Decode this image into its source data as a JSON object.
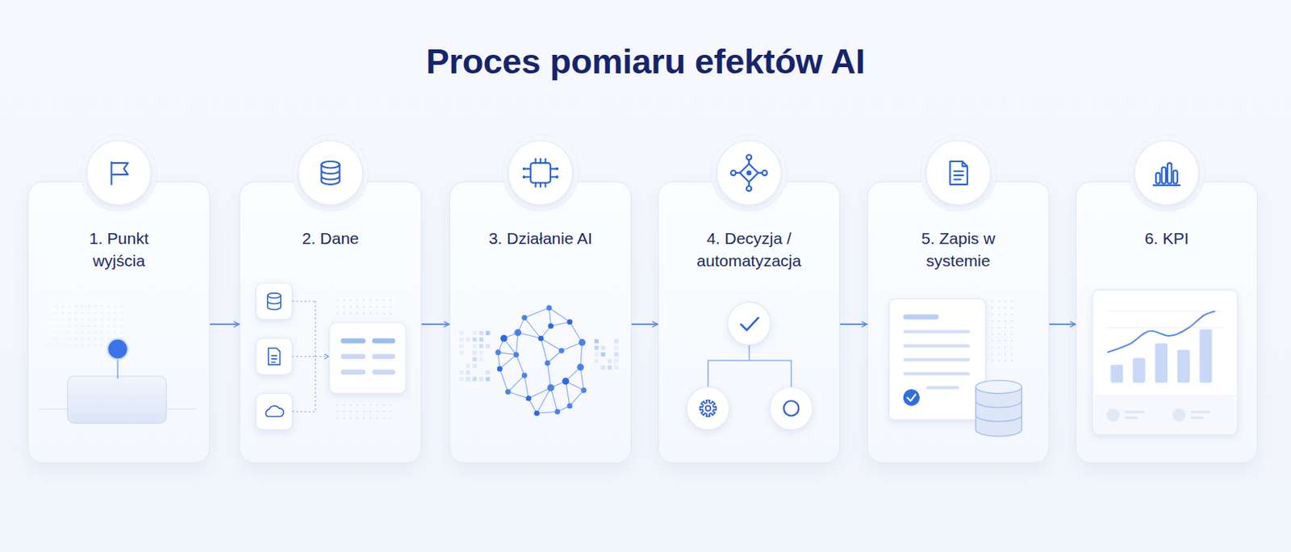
{
  "diagram": {
    "title": "Proces pomiaru efektów AI",
    "nodes": [
      {
        "text": [
          "1. Punkt wyjścia"
        ]
      },
      {
        "text": [
          "2. Dane"
        ]
      },
      {
        "text": [
          "3. Działanie AI"
        ]
      },
      {
        "text": [
          "4. Decyzja / automatyzacja"
        ]
      },
      {
        "text": [
          "5. Zapis w systemie"
        ]
      },
      {
        "text": [
          "6. KPI"
        ]
      }
    ],
    "edges": [
      {
        "from": 0,
        "to": 1,
        "arrow": "to"
      },
      {
        "from": 1,
        "to": 2,
        "arrow": "to"
      },
      {
        "from": 2,
        "to": 3,
        "arrow": "to"
      },
      {
        "from": 3,
        "to": 4,
        "arrow": "to"
      },
      {
        "from": 4,
        "to": 5,
        "arrow": "to"
      }
    ],
    "labels": [
      "AI"
    ]
  }
}
